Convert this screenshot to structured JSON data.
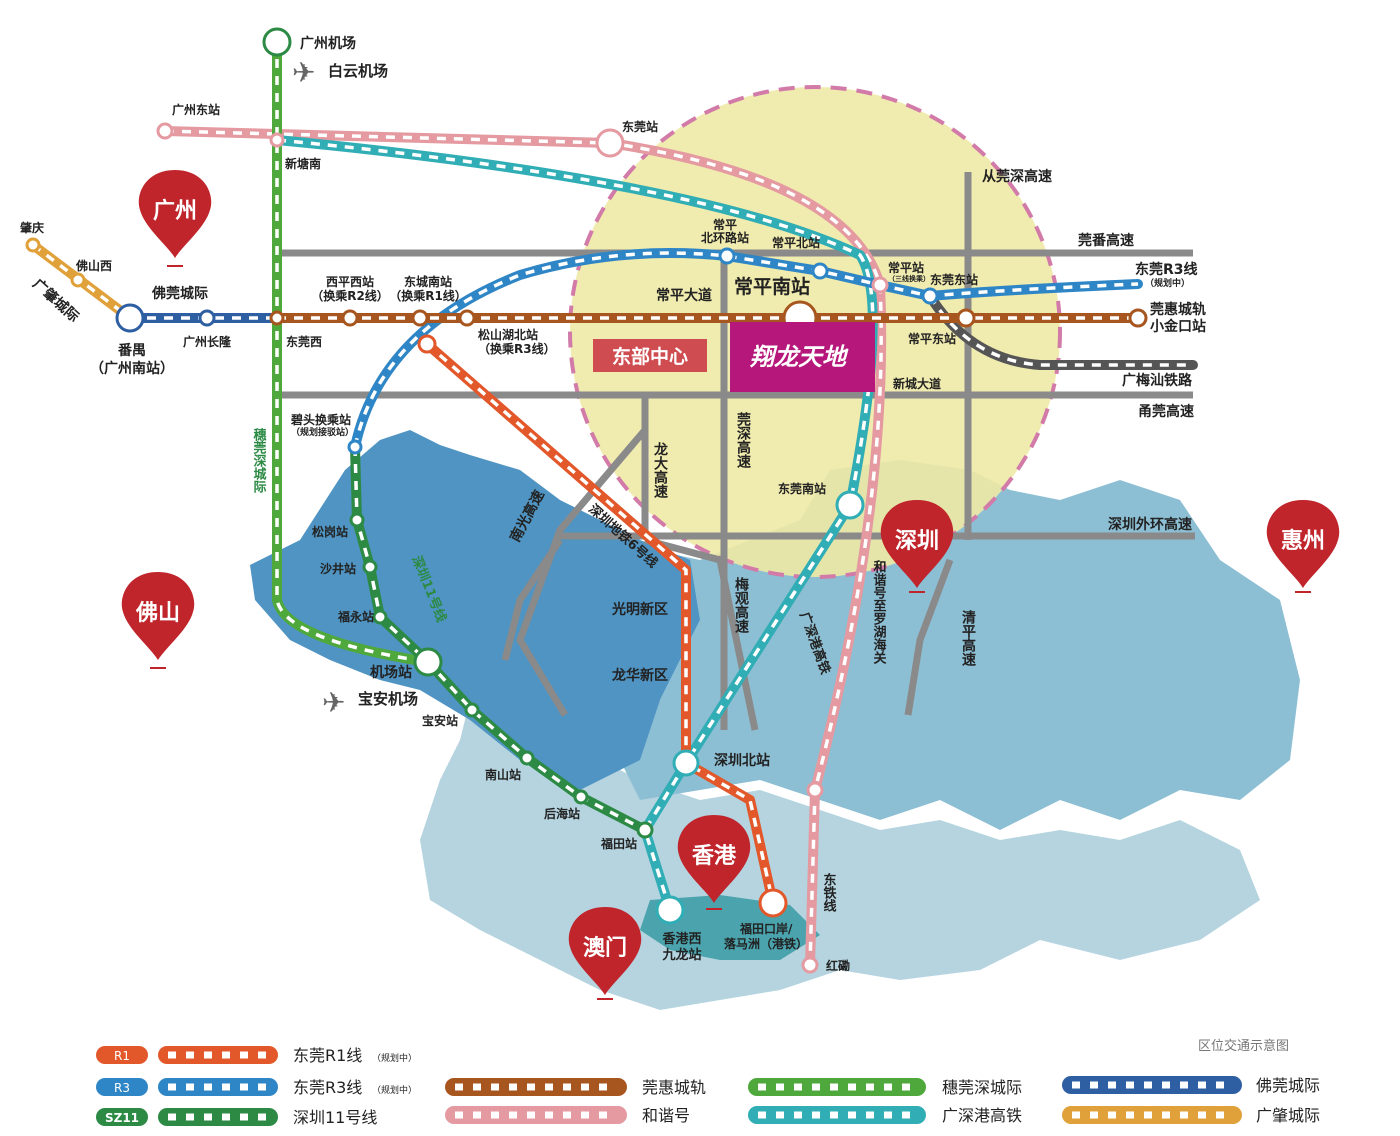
{
  "colors": {
    "r1": "#e2582a",
    "r3": "#2f86c6",
    "sz11": "#2c8a45",
    "guanhui": "#a8561f",
    "hexie": "#e49aa0",
    "suiguanshen": "#4ea83b",
    "gsg": "#31aeb5",
    "foguan": "#2f5fa3",
    "guangzhao": "#e1a13a",
    "guangmeishan": "#555555",
    "road": "#8a8a8a",
    "balloon": "#c0252c",
    "project": "#b5177a",
    "center": "#cf4d50",
    "zone": "#eee9a5"
  },
  "cities": {
    "guangzhou": "广州",
    "foshan": "佛山",
    "shenzhen": "深圳",
    "huizhou": "惠州",
    "hongkong": "香港",
    "macau": "澳门"
  },
  "project": {
    "name": "翔龙天地",
    "center": "东部中心"
  },
  "stations": {
    "gz_airport": "广州机场",
    "baiyun_airport": "白云机场",
    "gz_east": "广州东站",
    "xintangnan": "新塘南",
    "dongguan": "东莞站",
    "zhaoqing": "肇庆",
    "foshan_west": "佛山西",
    "panyu": "番禺",
    "gz_south": "（广州南站）",
    "gz_changlong": "广州长隆",
    "dongguan_west": "东莞西",
    "xipingxi": "西平西站",
    "xipingxi_note": "（换乘R2线）",
    "dongchengnan": "东城南站",
    "dongchengnan_note": "（换乘R1线）",
    "songshanhu": "松山湖北站",
    "songshanhu_note": "（换乘R3线）",
    "bitou": "碧头换乘站",
    "bitou_note": "（规划接驳站）",
    "changping_bh_1": "常平",
    "changping_bh_2": "北环路站",
    "changping_north": "常平北站",
    "changping_south": "常平南站",
    "changping": "常平站",
    "changping_note": "（三线换乘）",
    "dongguan_east": "东莞东站",
    "changping_east": "常平东站",
    "xiaojinkou_1": "莞惠城轨",
    "xiaojinkou_2": "小金口站",
    "r3_end": "东莞R3线",
    "r3_end_note": "（规划中）",
    "dongguan_south": "东莞南站",
    "songgang": "松岗站",
    "shajing": "沙井站",
    "fuyong": "福永站",
    "airport_station": "机场站",
    "baoan_airport": "宝安机场",
    "baoan": "宝安站",
    "nanshan": "南山站",
    "houhai": "后海站",
    "futian": "福田站",
    "sz_north": "深圳北站",
    "hk_west_1": "香港西",
    "hk_west_2": "九龙站",
    "futian_port_1": "福田口岸/",
    "futian_port_2": "落马洲（港铁）",
    "hunghom": "红磡",
    "guangming": "光明新区",
    "longhua": "龙华新区"
  },
  "roads": {
    "congguanshen": "从莞深高速",
    "guanfan": "莞番高速",
    "guangmeishan": "广梅汕铁路",
    "yongguan": "甬莞高速",
    "xincheng": "新城大道",
    "changping_ave": "常平大道",
    "shenzhen_outer": "深圳外环高速",
    "longda": "龙大高速",
    "guanshen": "莞深高速",
    "nanguang": "南光高速",
    "meiguan": "梅观高速",
    "qingping": "清平高速",
    "sz_metro6": "深圳地铁6号线",
    "sz_metro11": "深圳11号线",
    "gsg_rail": "广深港高铁",
    "hexie_route": "和谐号至罗湖海关",
    "east_rail": "东铁线",
    "suiguanshen_v": "穗莞深城际",
    "foguan": "佛莞城际",
    "guangzhao": "广肇城际"
  },
  "legend": {
    "caption": "区位交通示意图",
    "items": [
      {
        "badge": "R1",
        "label": "东莞R1线",
        "note": "（规划中）",
        "color": "#e2582a"
      },
      {
        "badge": "R3",
        "label": "东莞R3线",
        "note": "（规划中）",
        "color": "#2f86c6"
      },
      {
        "badge": "SZ11",
        "label": "深圳11号线",
        "note": "",
        "color": "#2c8a45"
      },
      {
        "label": "莞惠城轨",
        "color": "#a8561f"
      },
      {
        "label": "和谐号",
        "color": "#e49aa0"
      },
      {
        "label": "穗莞深城际",
        "color": "#4ea83b"
      },
      {
        "label": "广深港高铁",
        "color": "#31aeb5"
      },
      {
        "label": "佛莞城际",
        "color": "#2f5fa3"
      },
      {
        "label": "广肇城际",
        "color": "#e1a13a"
      }
    ]
  }
}
